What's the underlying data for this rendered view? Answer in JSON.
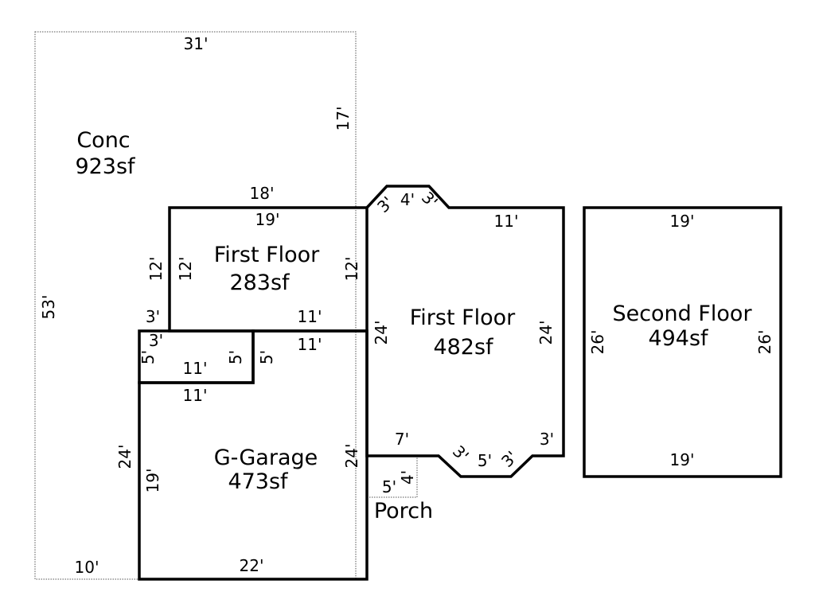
{
  "areas": {
    "conc": {
      "name": "Conc",
      "area": "923sf"
    },
    "first_floor_upper": {
      "name": "First Floor",
      "area": "283sf"
    },
    "first_floor_main": {
      "name": "First Floor",
      "area": "482sf"
    },
    "second_floor": {
      "name": "Second Floor",
      "area": "494sf"
    },
    "garage": {
      "name": "G-Garage",
      "area": "473sf"
    },
    "porch": {
      "name": "Porch"
    }
  },
  "dimensions": {
    "conc_top": "31'",
    "conc_right": "17'",
    "conc_left": "53'",
    "conc_bottom": "10'",
    "upper_top_outer": "18'",
    "upper_top_inner": "19'",
    "upper_left_outer": "12'",
    "upper_left_inner": "12'",
    "upper_right": "12'",
    "step_top": "3'",
    "step_inner": "3'",
    "step_left": "5'",
    "mid_top": "11'",
    "mid_bottom": "11'",
    "notch_left": "5'",
    "notch_right": "5'",
    "ledge_top": "11'",
    "ledge_bottom": "11'",
    "garage_left_outer": "24'",
    "garage_left_inner": "19'",
    "garage_right": "24'",
    "garage_bottom": "22'",
    "bay_top_left": "3'",
    "bay_top_mid": "4'",
    "bay_top_right": "3'",
    "main_top": "11'",
    "main_left": "24'",
    "main_right": "24'",
    "main_bottom_left": "7'",
    "bay_bottom_left": "3'",
    "bay_bottom_mid": "5'",
    "bay_bottom_right": "3'",
    "main_bottom_right": "3'",
    "porch_width": "5'",
    "porch_depth": "4'",
    "second_top": "19'",
    "second_bottom": "19'",
    "second_left": "26'",
    "second_right": "26'"
  }
}
